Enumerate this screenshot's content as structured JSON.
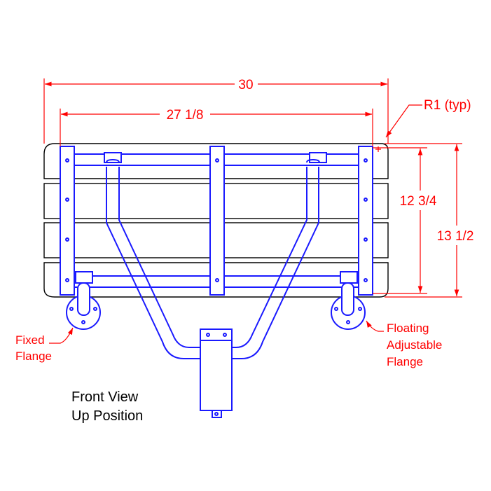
{
  "dimensions": {
    "overall_width": "30",
    "inner_width": "27 1/8",
    "corner_radius": "R1 (typ)",
    "inner_height": "12 3/4",
    "overall_height": "13 1/2"
  },
  "callouts": {
    "fixed_flange": [
      "Fixed",
      "Flange"
    ],
    "floating_flange": [
      "Floating",
      "Adjustable",
      "Flange"
    ]
  },
  "caption": [
    "Front View",
    "Up Position"
  ],
  "colors": {
    "dimension": "#ff0000",
    "frame": "#1a1aff",
    "outline": "#000000"
  }
}
